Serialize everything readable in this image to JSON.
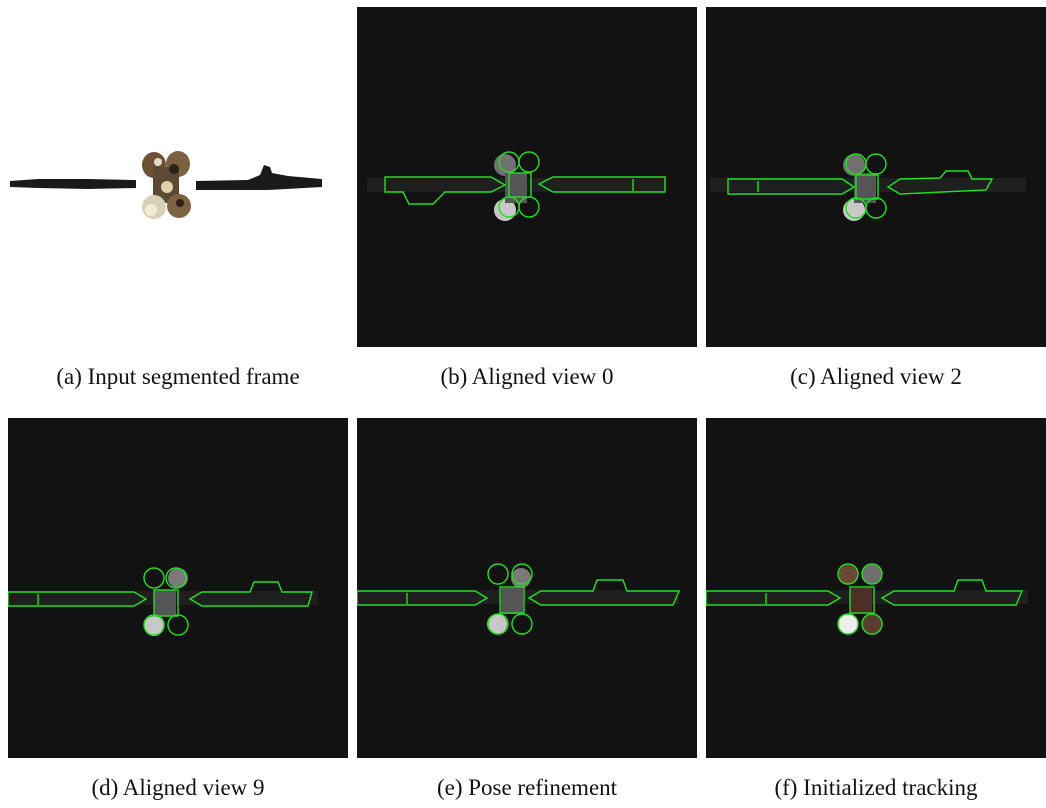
{
  "figure": {
    "panels": [
      {
        "id": "a",
        "caption": "(a)  Input segmented frame",
        "background": "#ffffff",
        "overlay": "none"
      },
      {
        "id": "b",
        "caption": "(b)  Aligned view 0",
        "background": "#121212",
        "overlay": "#22e022"
      },
      {
        "id": "c",
        "caption": "(c)  Aligned view 2",
        "background": "#121212",
        "overlay": "#22e022"
      },
      {
        "id": "d",
        "caption": "(d)  Aligned view 9",
        "background": "#121212",
        "overlay": "#22e022"
      },
      {
        "id": "e",
        "caption": "(e)  Pose refinement",
        "background": "#121212",
        "overlay": "#22e022"
      },
      {
        "id": "f",
        "caption": "(f)  Initialized tracking",
        "background": "#121212",
        "overlay": "#22e022"
      }
    ]
  }
}
